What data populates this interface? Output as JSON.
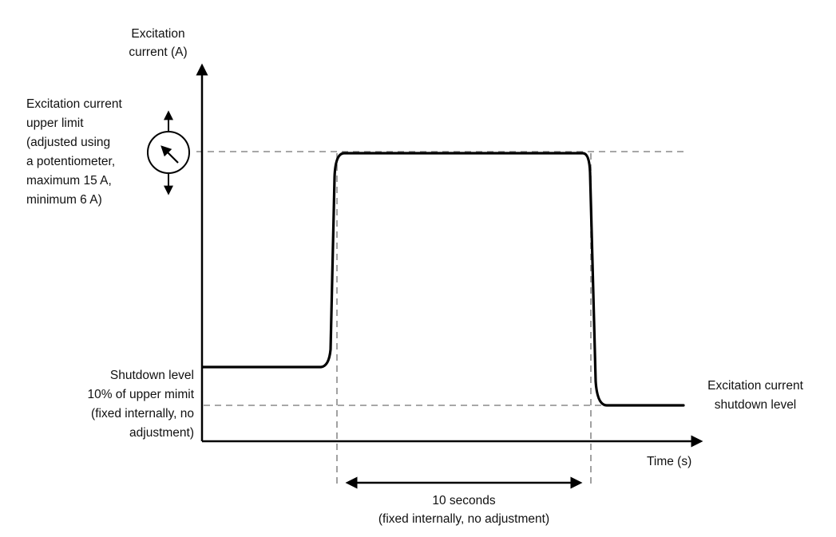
{
  "colors": {
    "stroke": "#000000",
    "dashed_line": "#8a8a8a",
    "background": "#ffffff",
    "text": "#111111"
  },
  "labels": {
    "y_axis": [
      "Excitation",
      "current (A)"
    ],
    "x_axis": "Time (s)",
    "upper_limit_note": [
      "Excitation current",
      "upper limit",
      "(adjusted using",
      "a potentiometer,",
      "maximum 15 A,",
      "minimum 6 A)"
    ],
    "shutdown_note": [
      "Shutdown level",
      "10% of upper mimit",
      "(fixed internally, no",
      "adjustment)"
    ],
    "shutdown_level_label": [
      "Excitation current",
      "shutdown level"
    ],
    "duration_note": [
      "10 seconds",
      "(fixed internally, no adjustment)"
    ]
  },
  "icons": {
    "potentiometer": "circle-dial-with-needle-and-vertical-adjust-arrow"
  }
}
